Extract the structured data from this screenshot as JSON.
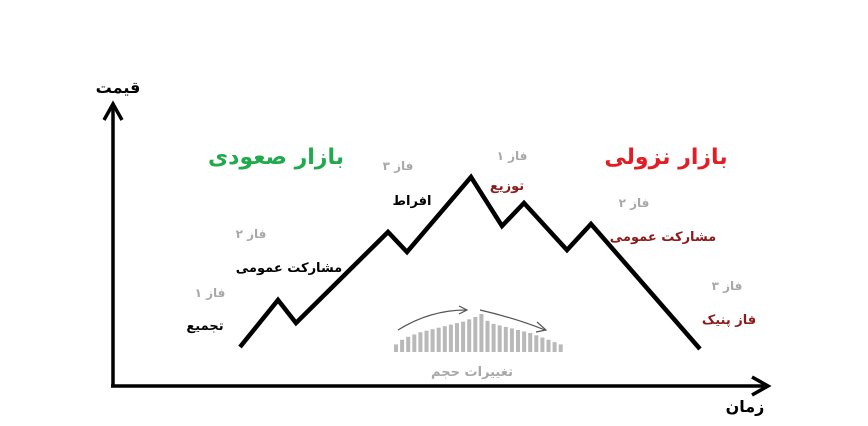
{
  "axes": {
    "y_label": "قیمت",
    "x_label": "زمان"
  },
  "bull": {
    "title": "بازار صعودی",
    "title_color": "#1faa4b",
    "phase1": {
      "number": "فاز ۱",
      "name": "تجمیع"
    },
    "phase2": {
      "number": "فاز ۲",
      "name": "مشارکت عمومی"
    },
    "phase3": {
      "number": "فاز ۳",
      "name": "افراط"
    }
  },
  "bear": {
    "title": "بازار نزولی",
    "title_color": "#e21d24",
    "phase1": {
      "number": "فاز ۱",
      "name": "توزیع"
    },
    "phase2": {
      "number": "فاز ۲",
      "name": "مشارکت عمومی"
    },
    "phase3": {
      "number": "فاز ۳",
      "name": "فاز پنیک"
    }
  },
  "volume": {
    "label": "تغییرات حجم",
    "relative_heights": [
      0.2,
      0.32,
      0.4,
      0.46,
      0.52,
      0.56,
      0.6,
      0.64,
      0.68,
      0.72,
      0.76,
      0.8,
      0.86,
      0.92,
      1.0,
      0.82,
      0.74,
      0.7,
      0.66,
      0.62,
      0.58,
      0.54,
      0.5,
      0.44,
      0.38,
      0.32,
      0.26,
      0.2
    ]
  },
  "colors": {
    "line": "#000000",
    "phase_number": "#a8a8a8",
    "bear_phase_name": "#8b1a1a",
    "volume_bar": "#b9b9b9"
  }
}
